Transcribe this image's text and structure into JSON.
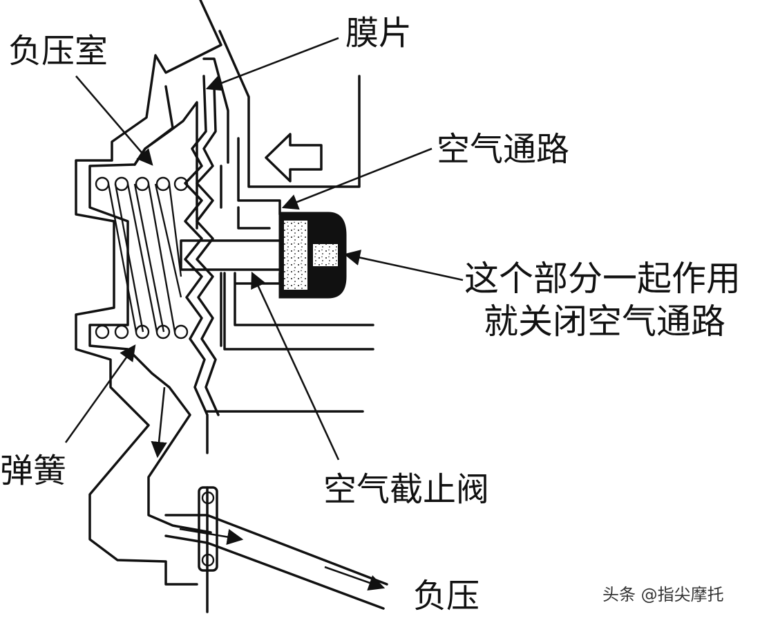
{
  "labels": {
    "negative_pressure_chamber": "负压室",
    "diaphragm": "膜片",
    "air_passage": "空气通路",
    "function_line1": "这个部分一起作用",
    "function_line2": "就关闭空气通路",
    "spring": "弹簧",
    "air_cutoff_valve": "空气截止阀",
    "negative_pressure": "负压"
  },
  "watermark": "头条 @指尖摩托",
  "colors": {
    "ink": "#111111",
    "background": "#ffffff",
    "watermark": "#333333"
  }
}
